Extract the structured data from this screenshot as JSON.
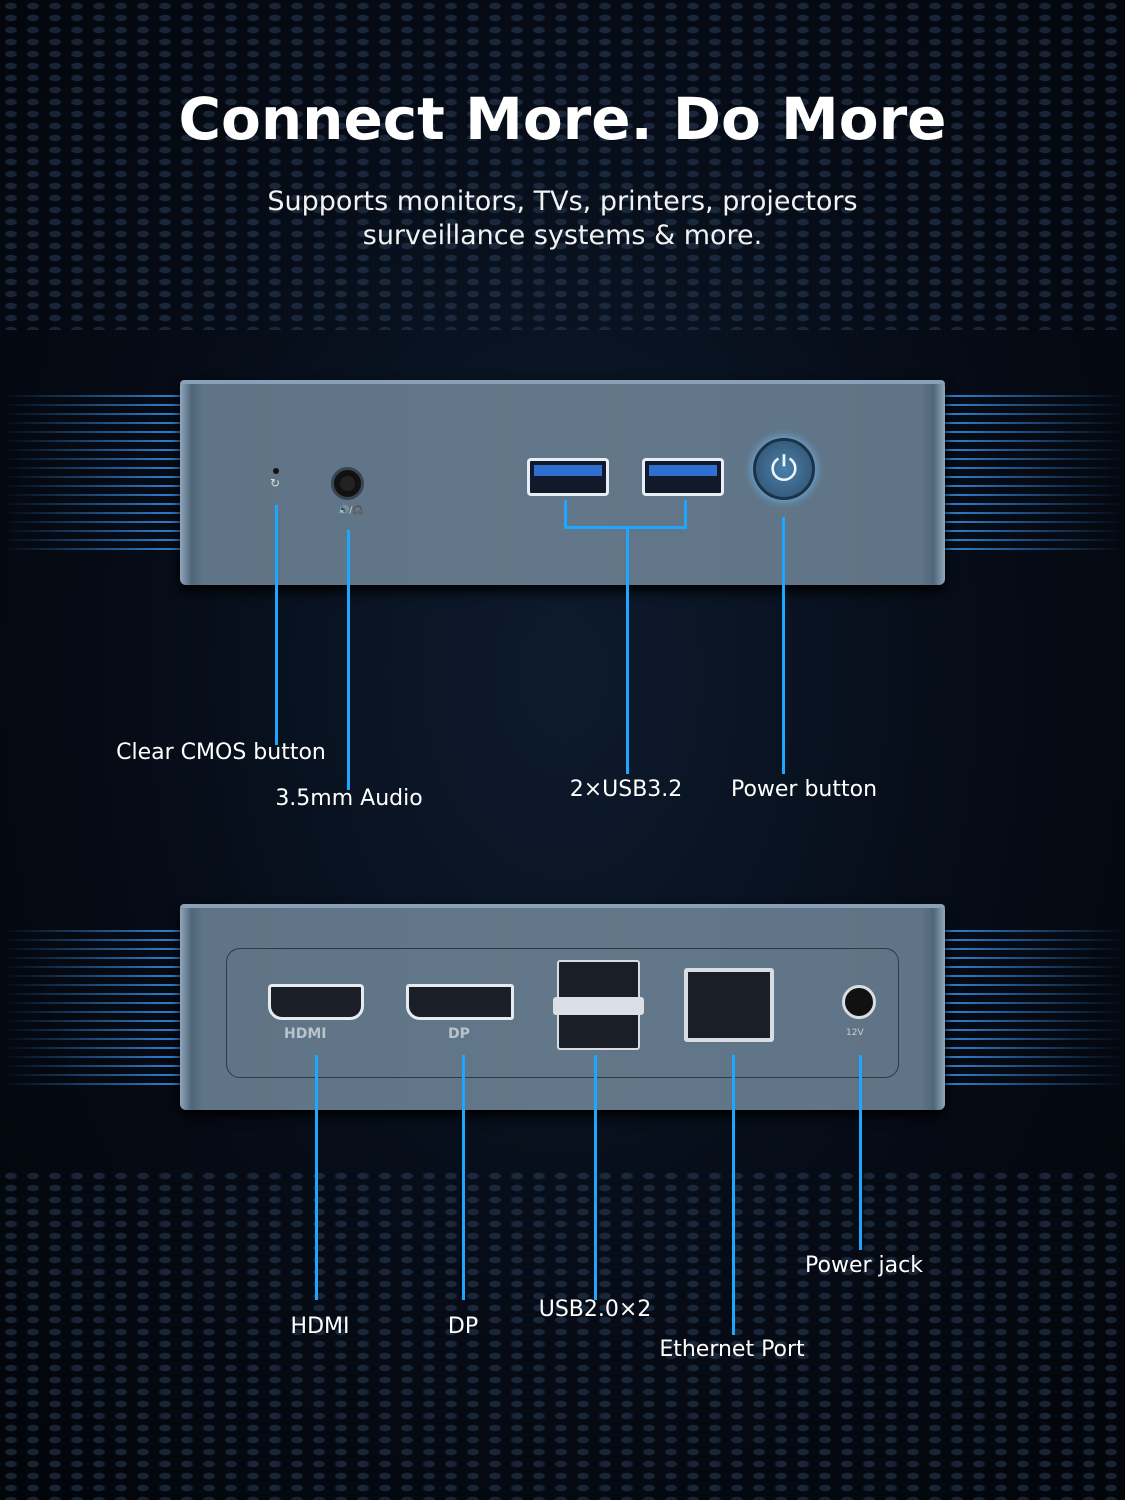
{
  "header": {
    "title": "Connect More. Do More",
    "subtitle_line1": "Supports monitors, TVs, printers, projectors",
    "subtitle_line2": "surveillance systems & more."
  },
  "front_panel": {
    "labels": [
      "Clear CMOS button",
      "3.5mm Audio",
      "2×USB3.2",
      "Power button"
    ],
    "icons": [
      "reset-icon",
      "audio-jack-icon",
      "usb-a-port-icon",
      "power-icon"
    ]
  },
  "back_panel": {
    "port_markings": {
      "hdmi": "HDMI",
      "dp": "DP",
      "power": "12V"
    },
    "labels": [
      "HDMI",
      "DP",
      "USB2.0×2",
      "Ethernet Port",
      "Power jack"
    ]
  },
  "colors": {
    "accent": "#1ea7ff",
    "chassis": "#627789",
    "background": "#050a14"
  }
}
